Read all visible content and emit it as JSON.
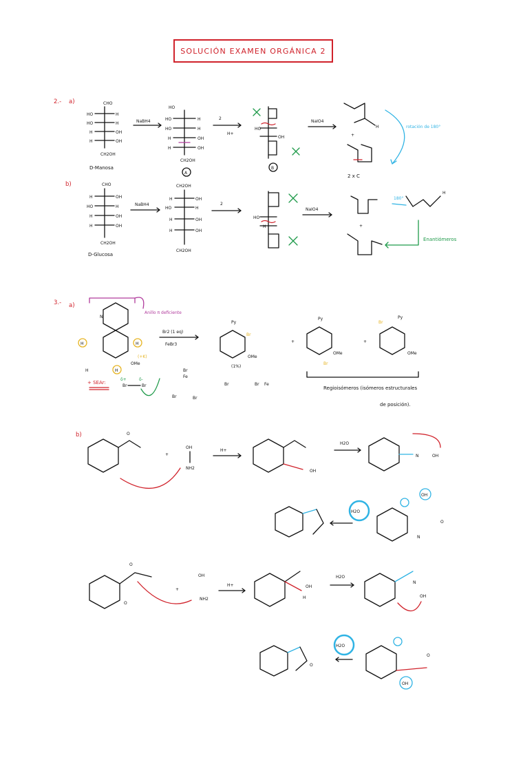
{
  "title": "SOLUCIÓN EXAMEN ORGÁNICA 2",
  "q2": {
    "label": "2.-",
    "part_a": "a)",
    "part_b": "b)",
    "a": {
      "start_name": "D-Manosa",
      "reagent1": "NaBH4",
      "reagent2_top": "2",
      "reagent2_bottom": "H+",
      "reagent3": "NaIO4",
      "label_A": "A",
      "label_B": "B",
      "label_C": "2 x C",
      "rotation_note": "rotación de 180°",
      "cho": "CHO",
      "ch2oh": "CH2OH",
      "h": "H",
      "ho": "HO",
      "oh": "OH"
    },
    "b": {
      "start_name": "D-Glucosa",
      "reagent1": "NaBH4",
      "reagent2": "2",
      "reagent3": "NaIO4",
      "rotation_small": "180°",
      "enantiomers": "Enantiómeros",
      "plus": "+"
    }
  },
  "q3": {
    "label": "3.-",
    "part_a": "a)",
    "part_b": "b)",
    "a": {
      "note_deficient": "Anillo π deficiente",
      "reagents_top": "Br2 (1 eq)",
      "reagents_bottom": "FeBr3",
      "sear": "+ SEAr:",
      "product_yield": "(1%)",
      "regio_note_1": "Regioisómeros (isómeros estructurales",
      "regio_note_2": "de posición).",
      "py": "Py",
      "br": "Br",
      "ome": "OMe",
      "fe": "Fe",
      "pk": "(+K)",
      "dplus": "δ+",
      "dminus": "δ-"
    },
    "b": {
      "hplus": "H+",
      "water": "H2O",
      "nh2": "NH2",
      "oh": "OH",
      "n": "N",
      "o": "O",
      "h": "H"
    }
  }
}
